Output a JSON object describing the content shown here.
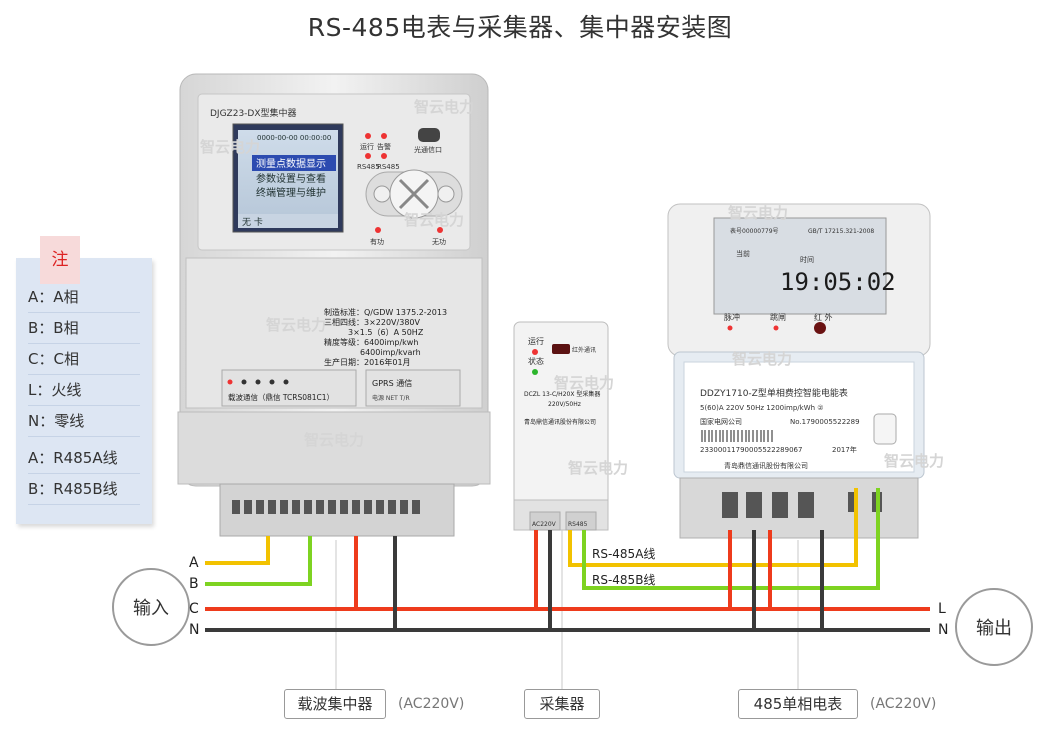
{
  "title": "RS-485电表与采集器、集中器安装图",
  "note": {
    "heading": "注",
    "items": [
      "A：A相",
      "B：B相",
      "C：C相",
      "L：火线",
      "N：零线",
      "A：R485A线",
      "B：R485B线"
    ]
  },
  "badges": {
    "input": "输入",
    "output": "输出"
  },
  "wires": {
    "left": [
      "A",
      "B",
      "C",
      "N"
    ],
    "right": [
      "L",
      "N"
    ],
    "rs485a": "RS-485A线",
    "rs485b": "RS-485B线"
  },
  "captions": {
    "concentrator": "载波集中器",
    "concentrator_spec": "(AC220V)",
    "collector": "采集器",
    "meter": "485单相电表",
    "meter_spec": "(AC220V)"
  },
  "concentrator": {
    "model": "DJGZ23-DX型集中器",
    "clock": "0000-00-00 00:00:00",
    "menu": [
      "测量点数据显示",
      "参数设置与查看",
      "终端管理与维护"
    ],
    "status_bar": "无  卡",
    "leds": [
      "运行",
      "告警",
      "RS485",
      "RS485"
    ],
    "port_label": "光通信口",
    "key_labels": [
      "有功",
      "无功"
    ],
    "nameplate": [
      "制造标准：Q/GDW    1375.2-2013",
      "三相四线：3×220V/380V",
      "3×1.5（6）A    50HZ",
      "精度等级：6400imp/kwh",
      "6400imp/kvarh",
      "生产日期：2016年01月"
    ],
    "carrier_label": "载波通信（鼎信 TCRS081C1）",
    "gprs_label": "GPRS 通信",
    "gprs_sub": "电源  NET  T/R"
  },
  "collector": {
    "labels": [
      "运行",
      "状态"
    ],
    "ir_label": "红外通讯",
    "model": "DCZL 13-C/H20X 型采集器",
    "spec": "220V/50Hz",
    "maker": "青岛鼎信通讯股份有限公司",
    "terminals": [
      "AC220V",
      "RS485"
    ]
  },
  "meter": {
    "lcd_top": [
      "表号00000779号",
      "GB/T 17215.321-2008"
    ],
    "lcd_small": [
      "当前",
      "时间"
    ],
    "lcd_value": "19:05:02",
    "buttons": [
      "脉冲",
      "跳闸",
      "红  外"
    ],
    "model": "DDZY1710-Z型单相费控智能电能表",
    "spec": "5(60)A 220V 50Hz 1200imp/kWh ②",
    "owner": "国家电网公司",
    "serial": "No.1790005522289",
    "barcode_no": "23300011790005522289067",
    "year": "2017年",
    "maker": "青岛鼎信通讯股份有限公司"
  },
  "watermark": "智云电力",
  "colors": {
    "yellow": "#f2c200",
    "green": "#7ed321",
    "red": "#ee3b1c",
    "black": "#3a3a3a"
  }
}
